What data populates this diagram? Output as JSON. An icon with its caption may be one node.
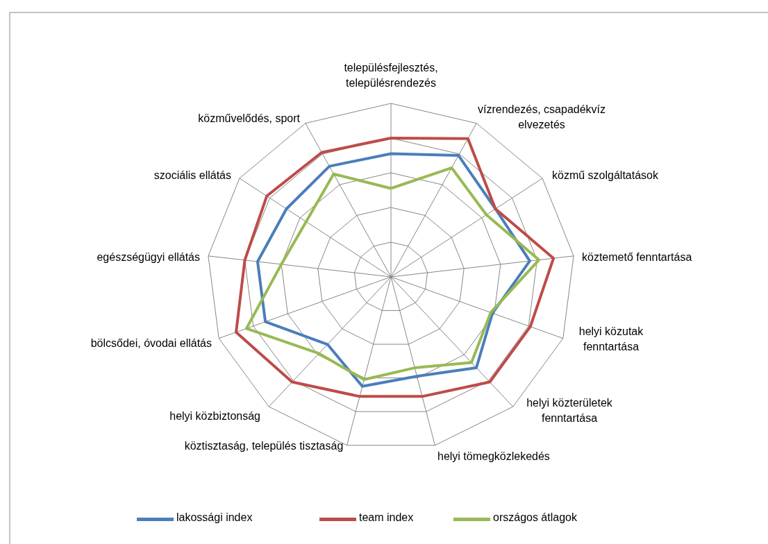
{
  "diagram": {
    "labels": [
      "településfejlesztés, településrendezés",
      "vízrendezés, csapadékvíz elvezetés",
      "közmű szolgáltatások",
      "köztemető fenntartása",
      "helyi közutak fenntartása",
      "helyi közterületek fenntartása",
      "helyi tömegközlekedés",
      "köztisztaság, település tisztaság",
      "helyi közbiztonság",
      "bölcsődei, óvodai ellátás",
      "egészségügyi ellátás",
      "szociális ellátás",
      "közművelődés, sport"
    ],
    "legend": [
      {
        "text": "lakossági index",
        "color": "#4a7ebb"
      },
      {
        "text": "team index",
        "color": "#be4b48"
      },
      {
        "text": "országos átlagok",
        "color": "#98b954"
      }
    ]
  }
}
